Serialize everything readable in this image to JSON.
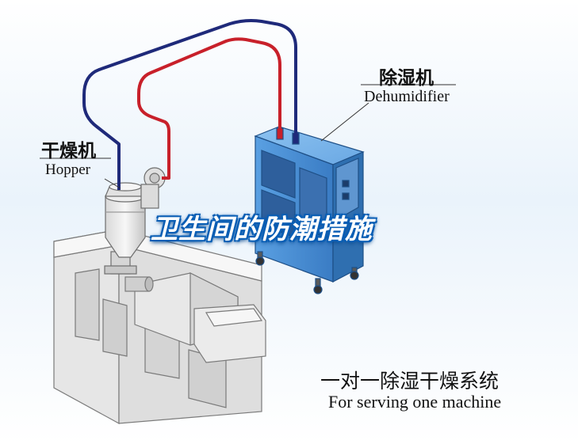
{
  "labels": {
    "dehumidifier_cn": "除湿机",
    "dehumidifier_en": "Dehumidifier",
    "hopper_cn": "干燥机",
    "hopper_en": "Hopper",
    "system_cn": "一对一除湿干燥系统",
    "system_en": "For serving one machine"
  },
  "overlay_title": "卫生间的防潮措施",
  "colors": {
    "pipe_blue": "#1f2a7a",
    "pipe_red": "#c8202a",
    "dehumidifier_body": "#4a8fd6",
    "machine_body": "#e9e9e9",
    "overlay_outline": "#0b5fb5"
  }
}
